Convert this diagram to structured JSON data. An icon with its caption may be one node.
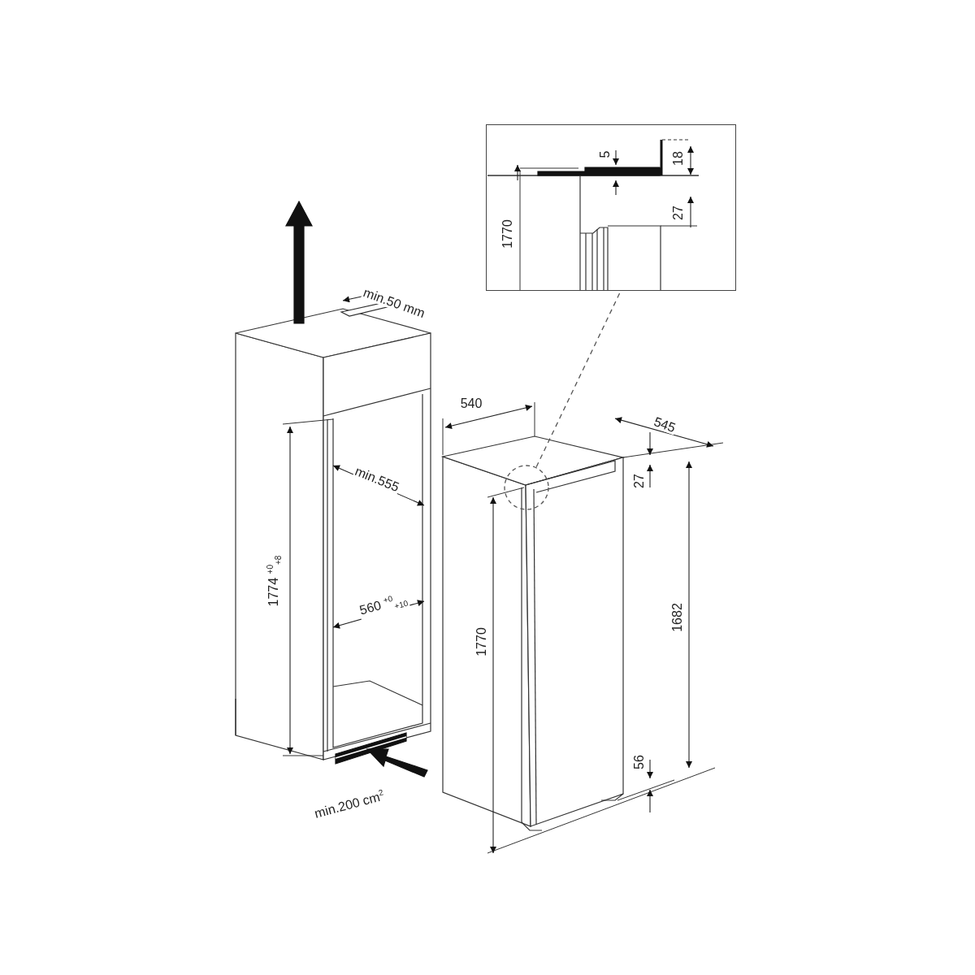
{
  "diagram": {
    "nodes": [
      {
        "text": [],
        "shape": "picture"
      },
      {
        "text": [],
        "shape": "circle"
      }
    ],
    "edges": [
      {
        "from": 1,
        "to": 0,
        "arrow": "none",
        "style": "dashed"
      }
    ],
    "labels": [
      "5",
      "18",
      "27",
      "1770",
      "min.50 mm",
      "540",
      "545",
      "min.555",
      "27",
      "1774 $^{+0}$$_{+8}$",
      "560 $^{+0}$$_{+10}$",
      "1770",
      "1682",
      "56",
      "min.200 cm$^{2}$"
    ]
  }
}
